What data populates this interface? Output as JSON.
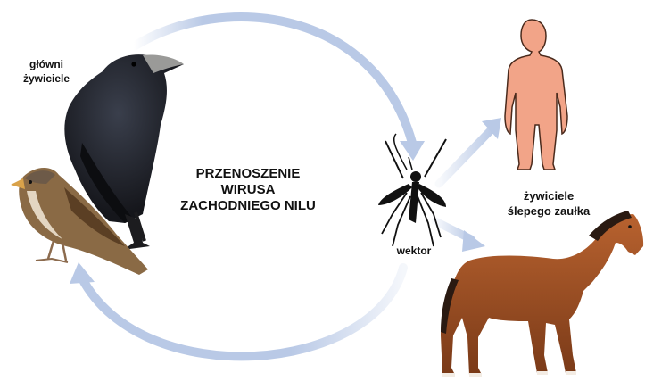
{
  "title": {
    "line1": "PRZENOSZENIE",
    "line2": "WIRUSA",
    "line3": "ZACHODNIEGO NILU"
  },
  "main_hosts": {
    "line1": "główni",
    "line2": "żywiciele"
  },
  "dead_end_hosts": {
    "line1": "żywiciele",
    "line2": "ślepego zaułka"
  },
  "vector": {
    "label": "wektor"
  },
  "colors": {
    "arrow": "#b9c9e6",
    "human": "#f2a488",
    "horse": "#a0522d",
    "crow": "#1e2026",
    "sparrow": "#8a6a45",
    "mosquito": "#111111"
  },
  "icons": [
    "crow",
    "sparrow",
    "mosquito",
    "human-silhouette",
    "horse"
  ]
}
